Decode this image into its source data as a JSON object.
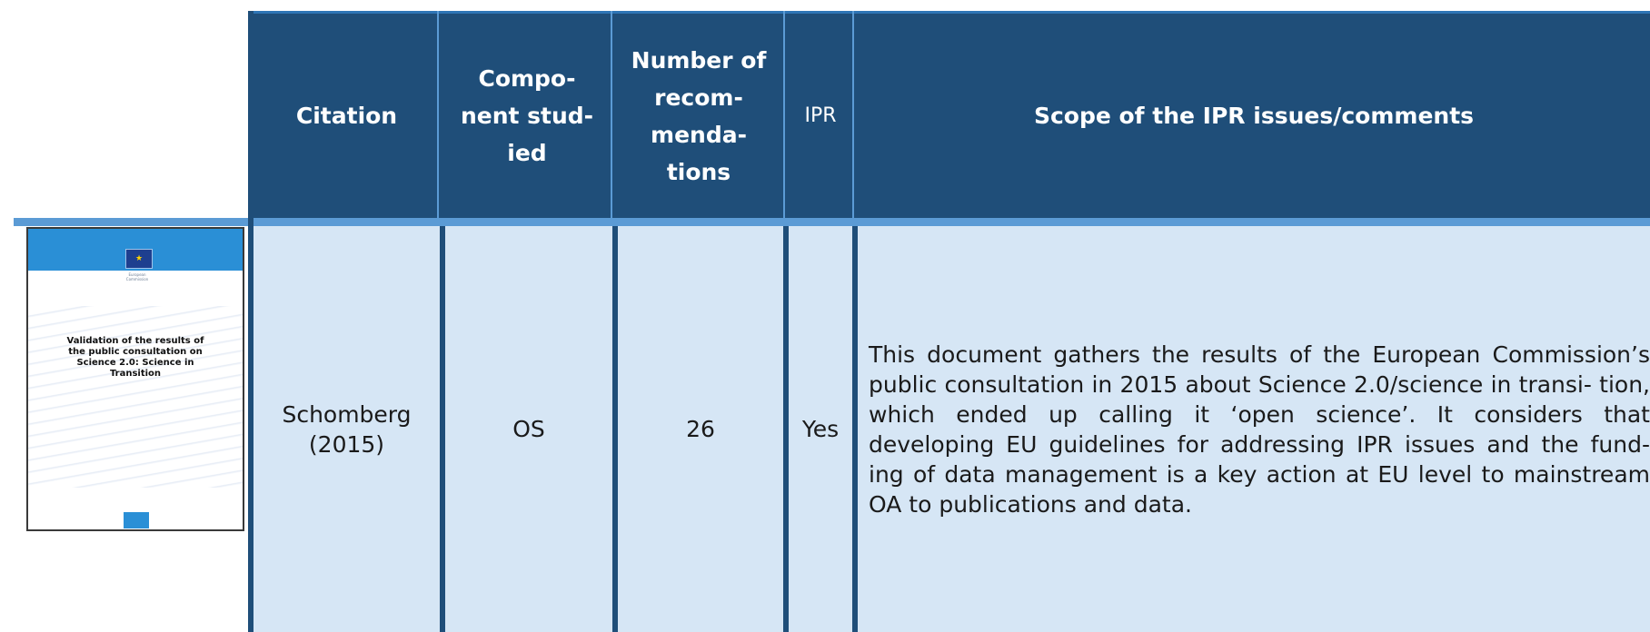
{
  "table": {
    "headers": {
      "citation": "Citation",
      "component": "Compo-\nnent stud-\nied",
      "recommendations": "Number of\nrecom-\nmenda-\ntions",
      "ipr": "IPR",
      "scope": "Scope of the IPR issues/comments"
    },
    "row": {
      "citation": "Schomberg\n(2015)",
      "component": "OS",
      "recommendations": "26",
      "ipr": "Yes",
      "scope": "This document gathers the results of the European Commission’s public consultation in 2015 about Science 2.0/science in transi-\ntion, which ended up calling it ‘open science’. It considers that developing EU guidelines for addressing IPR issues and the fund-\ning of data management is a key action at EU level to mainstream OA to publications and data."
    }
  },
  "thumbnail": {
    "icon": "document-cover-thumbnail",
    "logo_text": "European\nCommission",
    "title": "Validation of the results of\nthe public consultation on\nScience 2.0: Science in\nTransition"
  },
  "colors": {
    "header_bg": "#1f4e79",
    "band": "#5b9bd5",
    "row_bg": "#d6e6f5"
  }
}
